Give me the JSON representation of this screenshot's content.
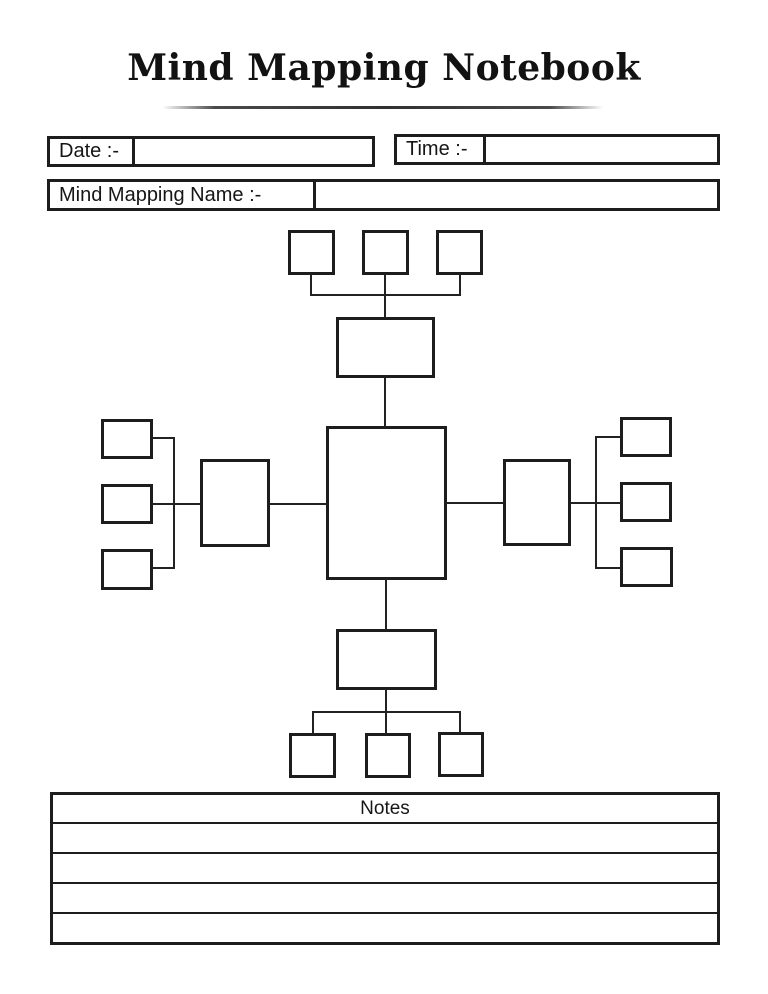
{
  "page": {
    "title": "Mind Mapping Notebook"
  },
  "fields": {
    "date_label": "Date :-",
    "date_value": "",
    "time_label": "Time :-",
    "time_value": "",
    "name_label": "Mind Mapping Name :-",
    "name_value": ""
  },
  "notes": {
    "header": "Notes",
    "lines": [
      "",
      "",
      "",
      ""
    ]
  },
  "colors": {
    "ink": "#1d1d1d",
    "background": "#ffffff"
  }
}
